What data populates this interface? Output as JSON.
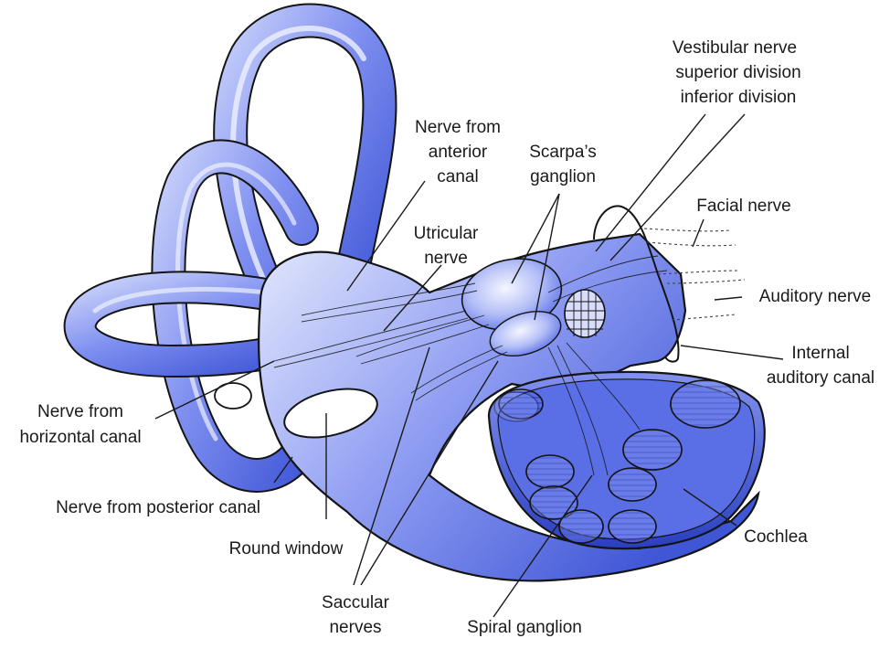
{
  "colors": {
    "tissue_light": "#d9e0fb",
    "tissue_mid": "#7f8ff0",
    "tissue_dark": "#3f56d6",
    "tissue_deep": "#1c2fa0",
    "outline": "#141414",
    "leader": "#1a1a1a"
  },
  "labels": {
    "vestibular_nerve": "Vestibular nerve",
    "superior_division": "superior division",
    "inferior_division": "inferior division",
    "nerve_from_anterior_1": "Nerve from",
    "nerve_from_anterior_2": "anterior",
    "nerve_from_anterior_3": "canal",
    "scarpas_1": "Scarpa’s",
    "scarpas_2": "ganglion",
    "utricular_1": "Utricular",
    "utricular_2": "nerve",
    "facial_nerve": "Facial nerve",
    "auditory_nerve": "Auditory nerve",
    "internal_1": "Internal",
    "internal_2": "auditory canal",
    "horizontal_1": "Nerve from",
    "horizontal_2": "horizontal canal",
    "posterior": "Nerve from posterior canal",
    "round_window": "Round window",
    "cochlea": "Cochlea",
    "saccular_1": "Saccular",
    "saccular_2": "nerves",
    "spiral_ganglion": "Spiral ganglion"
  }
}
